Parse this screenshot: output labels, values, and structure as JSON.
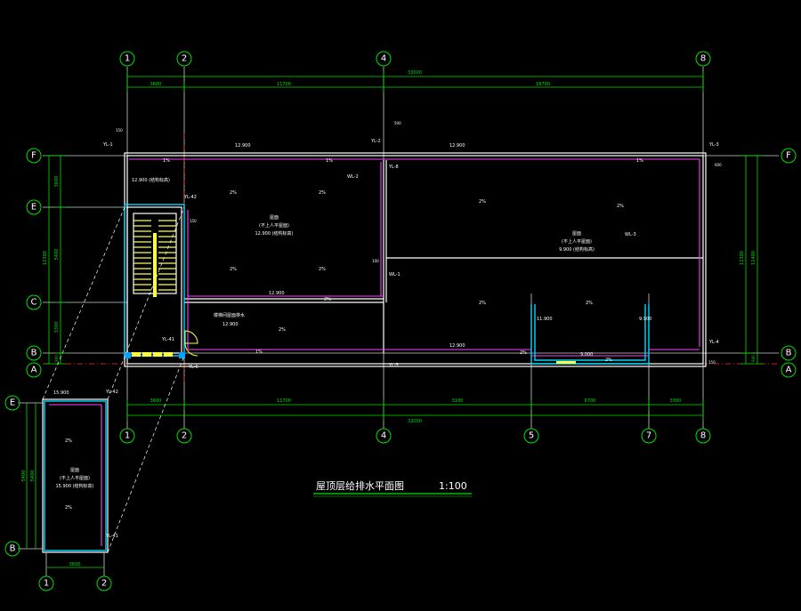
{
  "drawing": {
    "title": "屋顶层给排水平面图",
    "scale": "1:100"
  },
  "grid_top": [
    "1",
    "2",
    "4",
    "8"
  ],
  "grid_bottom": [
    "1",
    "2",
    "4",
    "5",
    "7",
    "8"
  ],
  "grid_left": [
    "F",
    "E",
    "C",
    "B",
    "A"
  ],
  "grid_right": [
    "F",
    "B",
    "A"
  ],
  "inset_grid_left": [
    "E",
    "B"
  ],
  "inset_grid_bottom": [
    "1",
    "2"
  ],
  "dims_top": {
    "overall": "33000",
    "segments": [
      "3600",
      "11700",
      "18700"
    ]
  },
  "dims_bottom": {
    "overall": "33000",
    "segments": [
      "3600",
      "11700",
      "3100",
      "6700",
      "3300"
    ]
  },
  "dims_left": {
    "overall": "12300",
    "segments": [
      "3600",
      "5400",
      "3300",
      "900"
    ]
  },
  "dims_right": {
    "overall": "12300",
    "segments": [
      "11400",
      "900"
    ]
  },
  "inset_dims": {
    "left": "5400",
    "left_overall": "5400",
    "bottom": "3600"
  },
  "pipe_tags": {
    "yl1": "YL-1",
    "yl2": "YL-2",
    "yl3": "YL-3",
    "yl4": "YL-4",
    "yl5": "YL-5",
    "yl6": "YL-6",
    "yl8": "YL-8",
    "yl41": "YL-41",
    "yl42": "YL-42",
    "yl42b": "YL-42",
    "yl41b": "YL-41",
    "wl1": "WL-1",
    "wl2": "WL-2",
    "wl3": "WL-3"
  },
  "elevations": {
    "e1": "12.900",
    "e2": "12.900",
    "e3": "12.900",
    "e4": "12.900",
    "e5": "11.900",
    "e6": "9.900",
    "e7": "9.000",
    "e8": "15.900"
  },
  "slopes": {
    "p1": "2%",
    "p2": "2%",
    "p3": "2%",
    "p4": "1%",
    "p5": "1%",
    "p6": "1%",
    "p7": "1%",
    "p8": "2%"
  },
  "room_labels": {
    "roof1": "屋面",
    "roof1_note": "(不上人平屋面)",
    "roof1_elev": "12.900 (结构标高)",
    "roof2": "屋面",
    "roof2_note": "(不上人平屋面)",
    "roof2_elev": "9.900 (结构标高)",
    "roof3": "屋面",
    "roof3_note": "(不上人平屋面)",
    "roof3_elev": "15.900 (结构标高)",
    "stair_note": "楼梯间屋面排水",
    "stair_elev": "12.900",
    "struct_note": "12.900 (结构标高)"
  },
  "small_notes": {
    "n150a": "150",
    "n150b": "150",
    "n150c": "150",
    "n500": "500",
    "n600": "600",
    "n100": "100",
    "t1": "2%",
    "t2": "2%",
    "t3": "2%",
    "t4": "2%",
    "t5": "2%",
    "t6": "2%",
    "t7": "2%",
    "t8": "2%",
    "t9": "2%",
    "t10": "2%"
  },
  "colors": {
    "background": "#000000",
    "dimension": "#00e000",
    "wall": "#ffffff",
    "drain_line": "#ff40ff",
    "stair_wall": "#00d8ff",
    "stair_hatch": "#ffff40",
    "axis_red": "#ff3030"
  }
}
